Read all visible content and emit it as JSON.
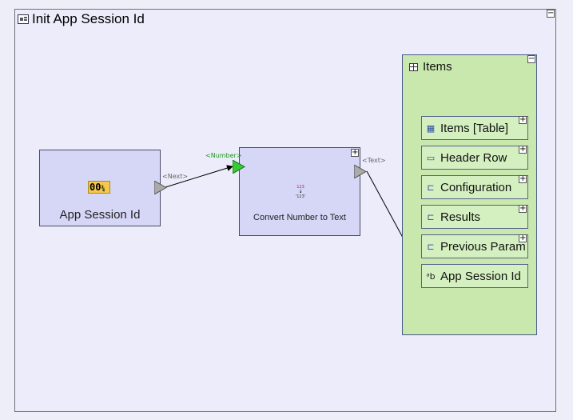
{
  "workflow": {
    "title": "Init App Session Id"
  },
  "nodes": {
    "app_session": {
      "label": "App Session Id",
      "badge": "00"
    },
    "convert": {
      "label": "Convert Number to Text",
      "badge_top": "123",
      "badge_bottom": "'123'"
    }
  },
  "ports": {
    "next": "<Next>",
    "number": "<Number>",
    "text": "<Text>"
  },
  "panel": {
    "title": "Items",
    "items": [
      {
        "label": "Items [Table]",
        "icon": "table-icon",
        "expand": "+"
      },
      {
        "label": "Header Row",
        "icon": "row-icon",
        "expand": "+"
      },
      {
        "label": "Configuration",
        "icon": "structure-icon",
        "expand": "+"
      },
      {
        "label": "Results",
        "icon": "structure-icon",
        "expand": "+"
      },
      {
        "label": "Previous Param",
        "icon": "structure-icon",
        "expand": "+"
      },
      {
        "label": "App Session Id",
        "icon": "text-icon"
      }
    ]
  },
  "controls": {
    "collapse": "−",
    "expand": "+"
  },
  "colors": {
    "canvas": "#ececfa",
    "node_fill": "#d6d6f7",
    "panel_fill": "#c9e8ae",
    "item_fill": "#d5f0c0",
    "port_active": "#33cc33",
    "port_inactive": "#aaaaaa"
  }
}
